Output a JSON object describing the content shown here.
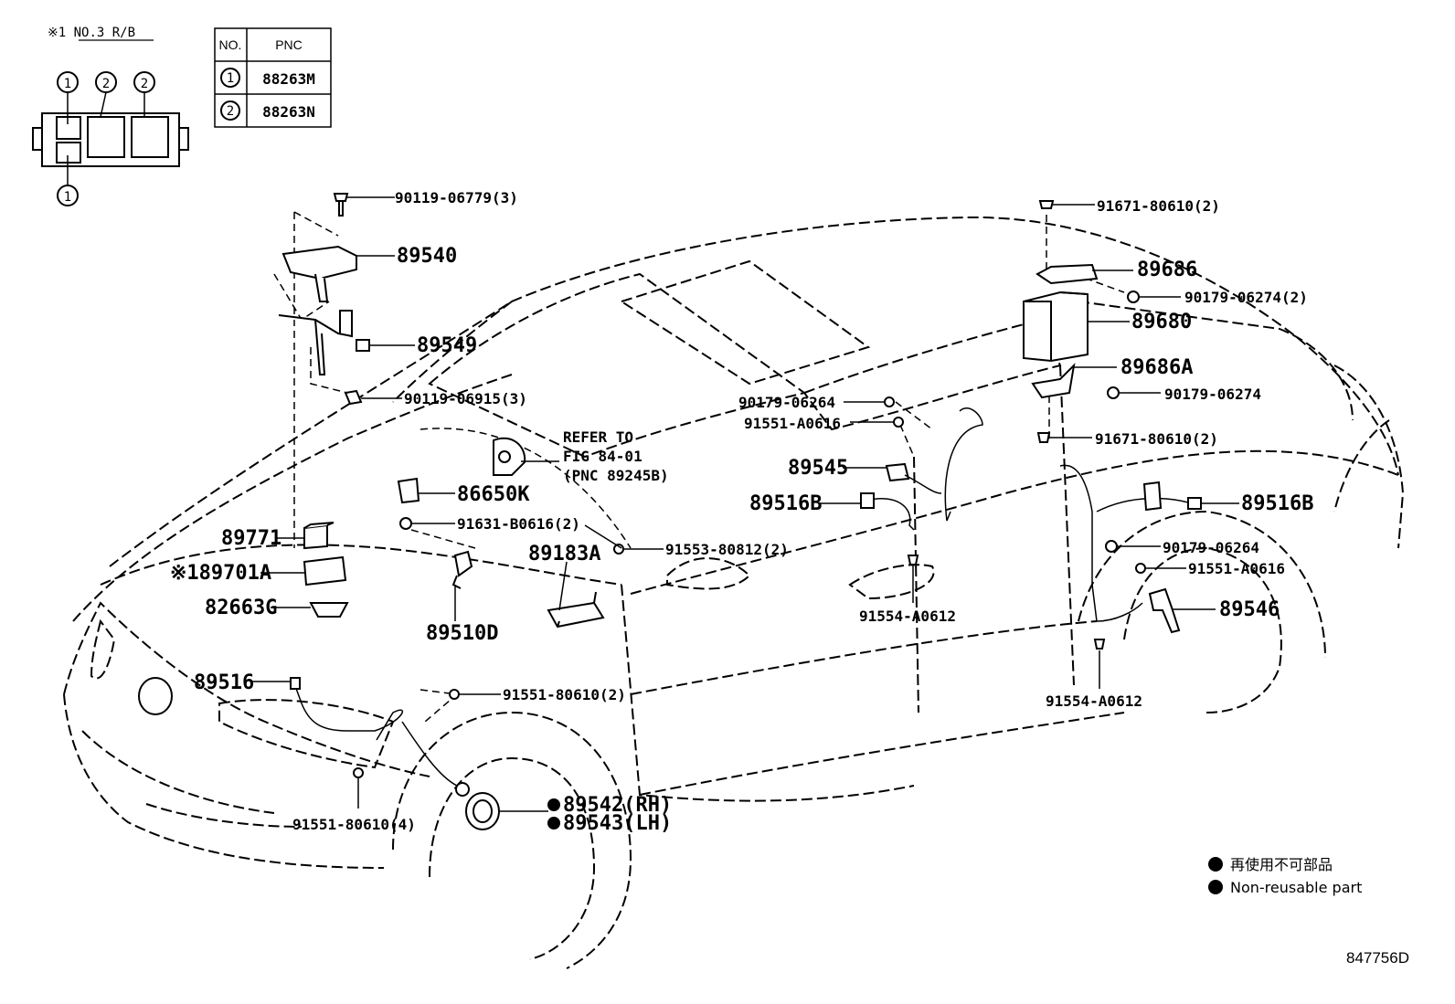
{
  "inset": {
    "note": "※1  NO.3 R/B",
    "markers": [
      "1",
      "2",
      "2",
      "1"
    ]
  },
  "pnc_table": {
    "headers": [
      "NO.",
      "PNC"
    ],
    "rows": [
      {
        "no": "1",
        "pnc": "88263M"
      },
      {
        "no": "2",
        "pnc": "88263N"
      }
    ]
  },
  "labels": {
    "p90119_06779": "90119-06779(3)",
    "p89540": "89540",
    "p89549": "89549",
    "p90119_06915": "90119-06915(3)",
    "refer1": "REFER TO",
    "refer2": "FIG 84-01",
    "refer3": "(PNC 89245B)",
    "p86650K": "86650K",
    "p91631": "91631-B0616(2)",
    "p89771": "89771",
    "p89701A": "※189701A",
    "p82663G": "82663G",
    "p89183A": "89183A",
    "p91553": "91553-80812(2)",
    "p89510D": "89510D",
    "p89516": "89516",
    "p91551_80610_2": "91551-80610(2)",
    "p91551_80610_4": "91551-80610(4)",
    "p89542": "89542(RH)",
    "p89543": "89543(LH)",
    "p90179_06264_a": "90179-06264",
    "p91551_A0616_a": "91551-A0616",
    "p89545": "89545",
    "p89516B_a": "89516B",
    "p91554_a": "91554-A0612",
    "p91671_top": "91671-80610(2)",
    "p89686": "89686",
    "p90179_06274_2": "90179-06274(2)",
    "p89680": "89680",
    "p89686A": "89686A",
    "p90179_06274": "90179-06274",
    "p91671_bot": "91671-80610(2)",
    "p89516B_b": "89516B",
    "p90179_06264_b": "90179-06264",
    "p91551_A0616_b": "91551-A0616",
    "p89546": "89546",
    "p91554_b": "91554-A0612"
  },
  "legend": {
    "jp": "再使用不可部品",
    "en": "Non-reusable part"
  },
  "figure_id": "847756D"
}
